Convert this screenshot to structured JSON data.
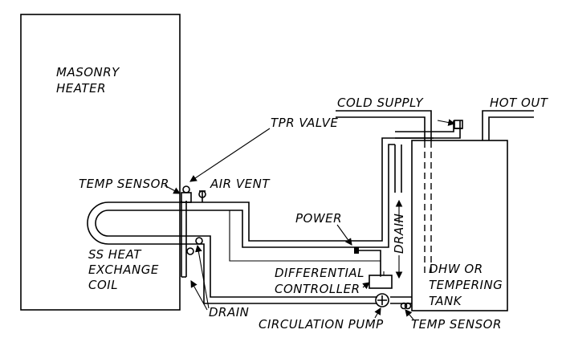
{
  "labels": {
    "masonry_line1": "MASONRY",
    "masonry_line2": "HEATER",
    "cold_supply": "COLD SUPPLY",
    "hot_out": "HOT OUT",
    "tpr_valve": "TPR VALVE",
    "temp_sensor_top": "TEMP SENSOR",
    "air_vent": "AIR VENT",
    "power": "POWER",
    "drain_vertical": "DRAIN",
    "coil_line1": "SS HEAT",
    "coil_line2": "EXCHANGE",
    "coil_line3": "COIL",
    "controller_line1": "DIFFERENTIAL",
    "controller_line2": "CONTROLLER",
    "tank_line1": "DHW OR",
    "tank_line2": "TEMPERING",
    "tank_line3": "TANK",
    "drain_bottom": "DRAIN",
    "circulation_pump": "CIRCULATION PUMP",
    "temp_sensor_bottom": "TEMP SENSOR"
  }
}
